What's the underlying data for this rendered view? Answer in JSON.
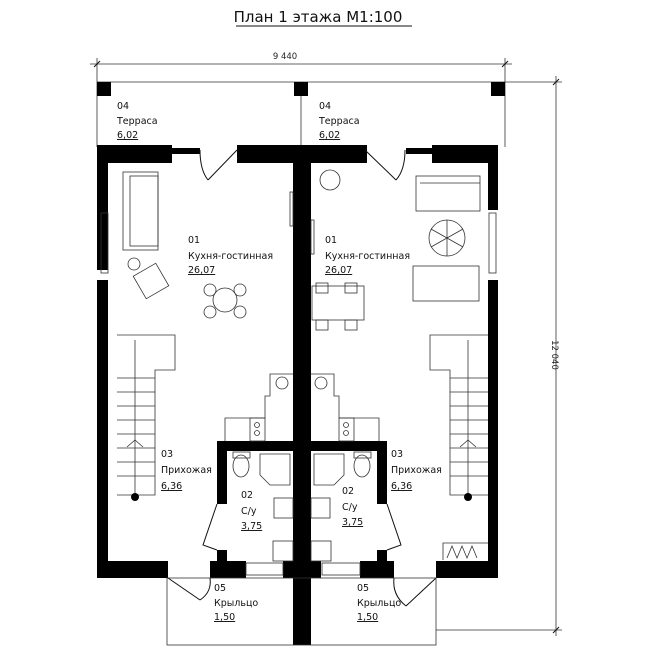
{
  "title": "План 1 этажа М1:100",
  "dimensions": {
    "width": "9 440",
    "height": "12 040"
  },
  "rooms": {
    "left": [
      {
        "num": "04",
        "name": "Терраса",
        "area": "6,02"
      },
      {
        "num": "01",
        "name": "Кухня-гостинная",
        "area": "26,07"
      },
      {
        "num": "03",
        "name": "Прихожая",
        "area": "6,36"
      },
      {
        "num": "02",
        "name": "С/у",
        "area": "3,75"
      },
      {
        "num": "05",
        "name": "Крыльцо",
        "area": "1,50"
      }
    ],
    "right": [
      {
        "num": "04",
        "name": "Терраса",
        "area": "6,02"
      },
      {
        "num": "01",
        "name": "Кухня-гостинная",
        "area": "26,07"
      },
      {
        "num": "03",
        "name": "Прихожая",
        "area": "6,36"
      },
      {
        "num": "02",
        "name": "С/у",
        "area": "3,75"
      },
      {
        "num": "05",
        "name": "Крыльцо",
        "area": "1,50"
      }
    ]
  }
}
